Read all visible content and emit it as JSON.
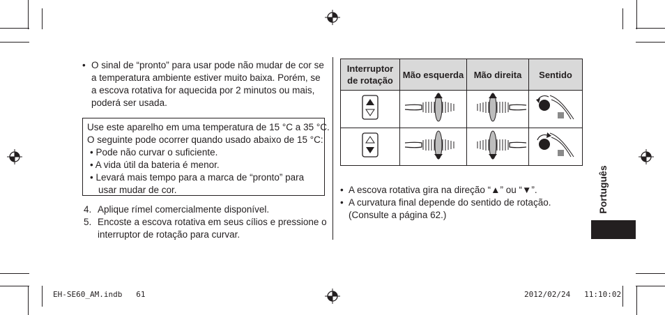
{
  "left_column": {
    "intro_bullet": {
      "marker": "•",
      "text": "O sinal de “pronto” para usar pode não mudar de cor se a temperatura ambiente estiver muito baixa. Porém, se a escova rotativa for aquecida por 2 minutos ou mais, poderá ser usada."
    },
    "note_box": {
      "line1": "Use este aparelho em uma temperatura de 15 °C a 35 °C.",
      "line2": "O seguinte pode ocorrer quando usado abaixo de 15 °C:",
      "bullets": [
        "•  Pode não curvar o suficiente.",
        "•  A vida útil da bateria é menor.",
        "•  Levará mais tempo para a marca de “pronto” para usar mudar de cor."
      ]
    },
    "steps": [
      {
        "number": "4.",
        "text": "Aplique rímel comercialmente disponível."
      },
      {
        "number": "5.",
        "text": "Encoste a escova rotativa em seus cílios e pressione o interruptor de rotação para curvar."
      }
    ]
  },
  "rotation_table": {
    "headers": [
      "Interruptor de rotação",
      "Mão esquerda",
      "Mão direita",
      "Sentido"
    ],
    "rows": [
      {
        "switch_icon": "switch-up-pressed-icon",
        "left_icon": "brush-rotating-up-icon",
        "right_icon": "brush-rotating-up-icon",
        "direction_icon": "eyelash-curl-icon"
      },
      {
        "switch_icon": "switch-down-pressed-icon",
        "left_icon": "brush-rotating-down-icon",
        "right_icon": "brush-rotating-down-icon",
        "direction_icon": "eyelash-curl-icon"
      }
    ]
  },
  "right_notes": [
    {
      "marker": "•",
      "text": "A escova rotativa gira na direção “▲” ou “▼”."
    },
    {
      "marker": "•",
      "text": "A curvatura final depende do sentido de rotação. (Consulte a página 62.)"
    }
  ],
  "side_tab": {
    "language": "Português",
    "color": "#231f20"
  },
  "footer": {
    "file": "EH-SE60_AM.indb   61",
    "datetime": "2012/02/24   11:10:02"
  }
}
